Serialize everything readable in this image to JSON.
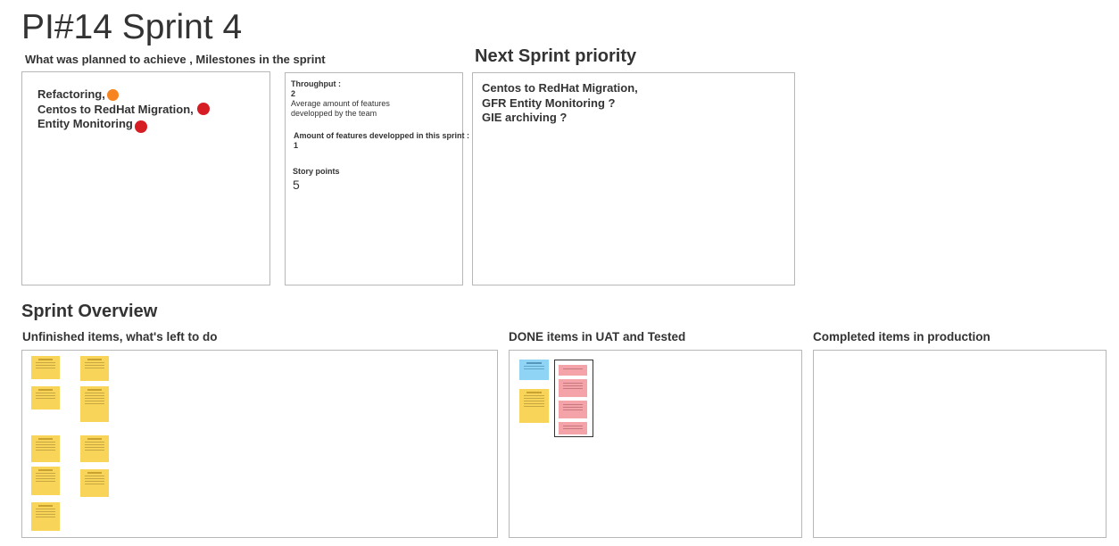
{
  "page": {
    "title": "PI#14 Sprint 4"
  },
  "planned": {
    "heading": "What was planned to achieve , Milestones in the sprint",
    "items": [
      {
        "label": "Refactoring,",
        "status_color": "#f7841f"
      },
      {
        "label": "Centos to RedHat Migration,",
        "status_color": "#d71d24"
      },
      {
        "label": "Entity Monitoring",
        "status_color": "#d71d24"
      }
    ]
  },
  "metrics": {
    "throughput_label": "Throughput :",
    "throughput_value": "2",
    "throughput_desc_1": "Average amount of features",
    "throughput_desc_2": "developped by the team",
    "features_label": "Amount of features developped in this sprint  :",
    "features_value": "1",
    "story_points_label": "Story points",
    "story_points_value": "5"
  },
  "next": {
    "heading": "Next Sprint priority",
    "items": [
      "Centos to RedHat Migration,",
      "GFR Entity Monitoring ?",
      "GIE archiving ?"
    ]
  },
  "overview": {
    "heading": "Sprint Overview",
    "unfinished_heading": "Unfinished items, what's left to do",
    "done_heading": "DONE items in UAT and Tested",
    "production_heading": "Completed items in production"
  },
  "colors": {
    "sticky_yellow": "#f8d558",
    "sticky_blue": "#8fd3f5",
    "sticky_pink": "#f4a3a9",
    "panel_border": "#b7b7b7"
  }
}
